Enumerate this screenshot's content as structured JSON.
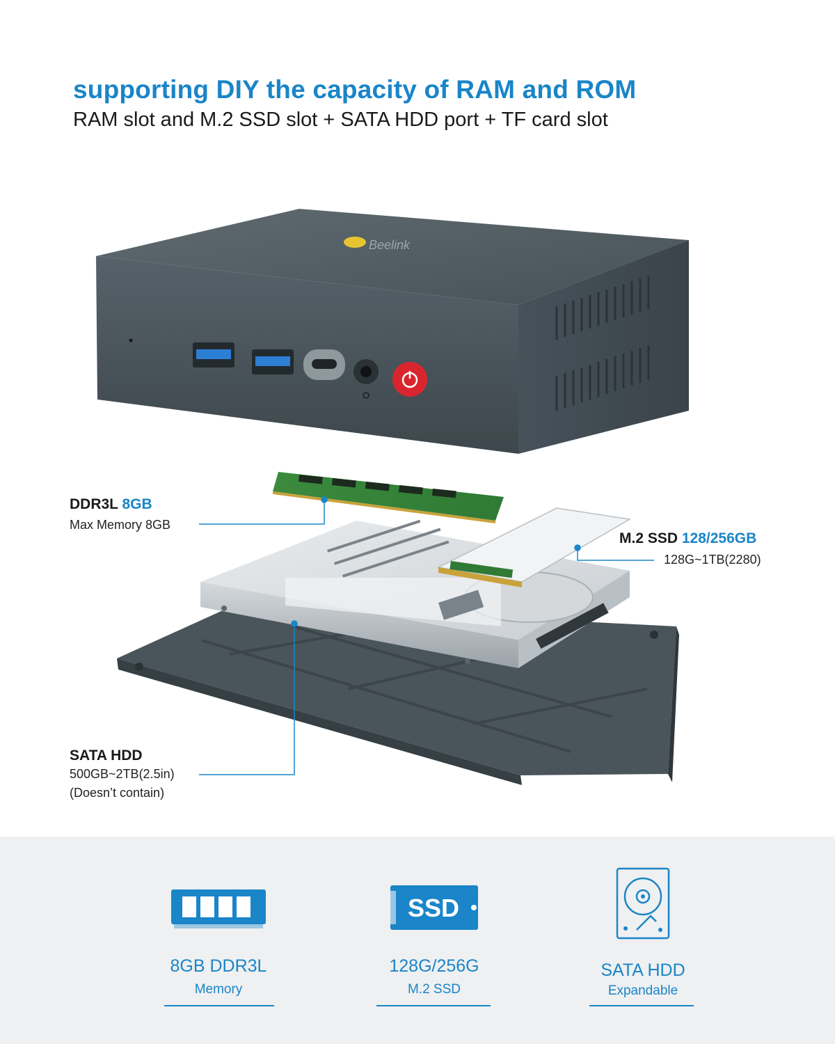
{
  "header": {
    "headline": "supporting DIY the capacity of RAM and ROM",
    "subline": "RAM slot and M.2 SSD slot + SATA HDD port + TF card slot"
  },
  "product": {
    "brand": "Beelink"
  },
  "callouts": {
    "ram": {
      "title_main": "DDR3L",
      "title_accent": "8GB",
      "sub": "Max Memory 8GB"
    },
    "ssd": {
      "title_main": "M.2 SSD",
      "title_accent": "128/256GB",
      "sub": "128G~1TB(2280)"
    },
    "hdd": {
      "title_main": "SATA HDD",
      "sub_line1": "500GB~2TB(2.5in)",
      "sub_line2": "(Doesn’t contain)"
    }
  },
  "features": [
    {
      "icon": "ram-module-icon",
      "title": "8GB DDR3L",
      "sub": "Memory"
    },
    {
      "icon": "ssd-icon",
      "title": "128G/256G",
      "sub": "M.2 SSD",
      "icon_text": "SSD"
    },
    {
      "icon": "hard-drive-icon",
      "title": "SATA HDD",
      "sub": "Expandable"
    }
  ],
  "colors": {
    "accent": "#1a85c8",
    "device_body": "#4f5b60",
    "power_button": "#d9262e",
    "panel_bg": "#eef0f2"
  }
}
